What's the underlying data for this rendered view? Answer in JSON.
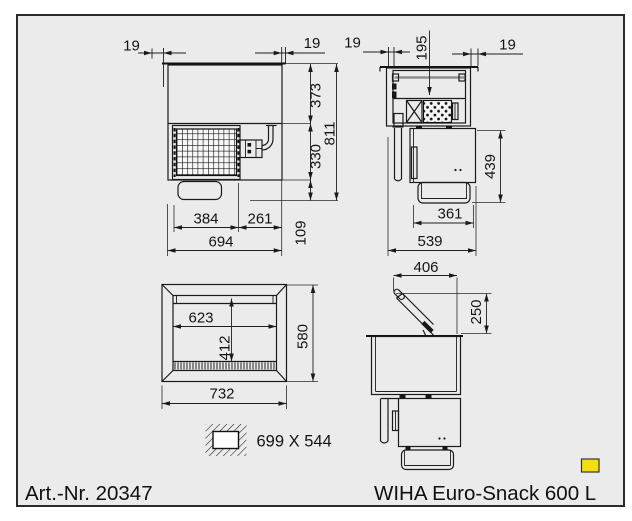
{
  "colors": {
    "canvas_bg": "#ffffff",
    "sheet_bg": "#ebebeb",
    "line": "#1a1a1a",
    "border": "#2b2b2b",
    "glass_gray": "#8f8f8f",
    "highlight_yellow": "#f4df0e"
  },
  "title_block": {
    "article_number": "Art.-Nr. 20347",
    "product_name": "WIHA Euro-Snack 600 L"
  },
  "cutout": {
    "label": "699 X 544"
  },
  "plan_view": {
    "dim_overhang_left": "19",
    "dim_overhang_right": "19",
    "dim_depth_front": "373",
    "dim_depth_unit": "330",
    "dim_depth_total": "811",
    "dim_width_unit": "384",
    "dim_width_rest": "261",
    "dim_width_total": "694",
    "dim_depth_rear": "109"
  },
  "section_view": {
    "dim_overhang_left": "19",
    "dim_basin_depth": "195",
    "dim_overhang_right": "19",
    "dim_under_counter_height": "439",
    "dim_machine_width": "361",
    "dim_width_total": "539"
  },
  "front_view": {
    "dim_inner_width": "623",
    "dim_inner_height": "412",
    "dim_height_total": "580",
    "dim_width_total": "732"
  },
  "side_view": {
    "dim_lid_width": "406",
    "dim_lid_height": "250"
  }
}
